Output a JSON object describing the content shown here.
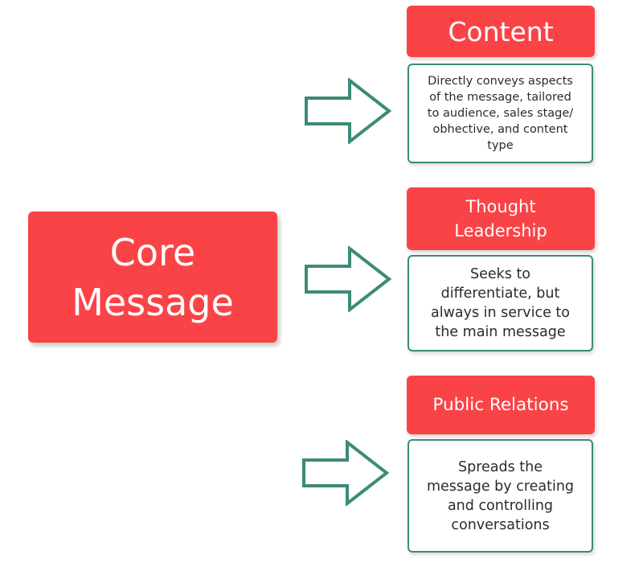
{
  "colors": {
    "accent_red": "#fa4347",
    "arrow_green": "#3d8a78",
    "border_teal": "#3d8a78",
    "text_dark": "#2b2b2b"
  },
  "core": {
    "label": "Core\nMessage"
  },
  "branches": [
    {
      "heading": "Content",
      "description": "Directly conveys aspects\nof the message, tailored\nto audience, sales stage/\nobhective, and content\ntype"
    },
    {
      "heading": "Thought\nLeadership",
      "description": "Seeks to\ndifferentiate, but\nalways in service to\nthe main message"
    },
    {
      "heading": "Public Relations",
      "description": "Spreads the\nmessage by creating\nand controlling\nconversations"
    }
  ],
  "arrows": [
    {
      "icon": "right-arrow-icon"
    },
    {
      "icon": "right-arrow-icon"
    },
    {
      "icon": "right-arrow-icon"
    }
  ]
}
